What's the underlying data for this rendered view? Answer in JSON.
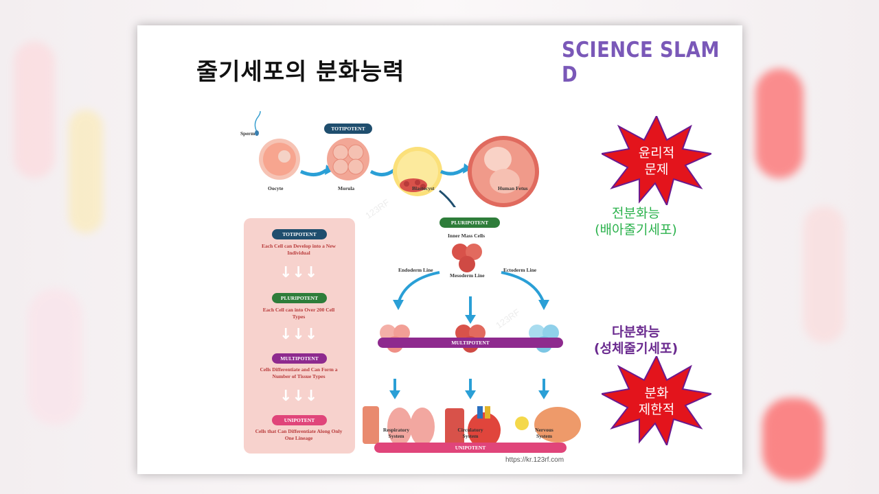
{
  "slide": {
    "title": "줄기세포의 분화능력",
    "brand": "SCIENCE SLAM D",
    "source_url": "https://kr.123rf.com"
  },
  "diagram": {
    "top_labels": {
      "sperm": "Sperm",
      "oocyte": "Oocyte",
      "morula": "Morula",
      "blastocyst": "Blastocyst",
      "human_fetus": "Human Fetus",
      "totipotent_badge": "TOTIPOTENT"
    },
    "pluripotent_badge": "PLURIPOTENT",
    "inner_mass_cells": "Inner Mass Cells",
    "lines": {
      "endoderm": "Endoderm Line",
      "mesoderm": "Mesoderm Line",
      "ectoderm": "Ectoderm Line"
    },
    "multipotent_bar": "MULTIPOTENT",
    "unipotent_bar": "UNIPOTENT",
    "systems": {
      "respiratory": "Respiratory System",
      "circulatory": "Circulatory System",
      "nervous": "Nervous System"
    },
    "legend_panel": [
      {
        "badge": "TOTIPOTENT",
        "text": "Each Cell can Develop into a New Individual",
        "color": "#1f4e6e"
      },
      {
        "badge": "PLURIPOTENT",
        "text": "Each Cell can into Over 200 Cell Types",
        "color": "#2e7d3a"
      },
      {
        "badge": "MULTIPOTENT",
        "text": "Cells Differentiate and Can Form a Number of Tissue Types",
        "color": "#8e2a8e"
      },
      {
        "badge": "UNIPOTENT",
        "text": "Cells that Can Differentiate Along Only One Lineage",
        "color": "#e0457a"
      }
    ],
    "watermark": "123RF"
  },
  "annotations": {
    "ethics_burst": [
      "윤리적",
      "문제"
    ],
    "pluripotency": [
      "전분화능",
      "(배아줄기세포)"
    ],
    "multipotency": [
      "다분화능",
      "(성체줄기세포)"
    ],
    "limited_burst": [
      "분화",
      "제한적"
    ]
  },
  "colors": {
    "brand": "#7a58b8",
    "green_text": "#2bb24c",
    "purple_text": "#6a2a8f",
    "burst_red": "#e3141c",
    "arrow_blue": "#2a9fd6"
  }
}
